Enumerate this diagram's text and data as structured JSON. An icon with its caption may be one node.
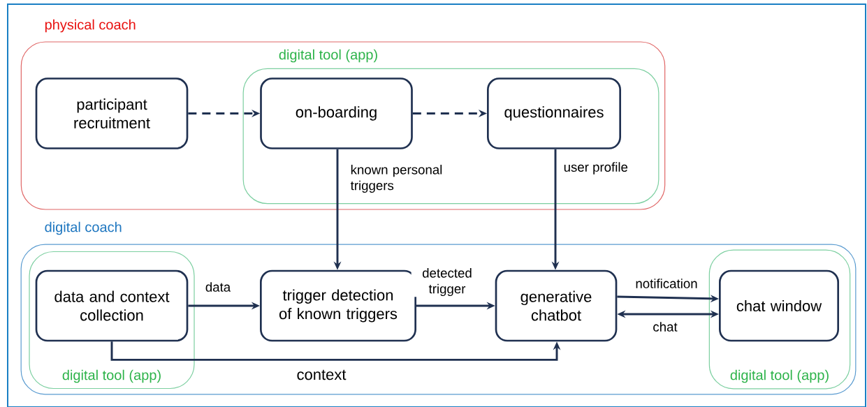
{
  "diagram": {
    "nodes": [
      {
        "text": [
          "physical coach"
        ]
      },
      {
        "text": [
          "digital tool (app)"
        ],
        "in": 0
      },
      {
        "text": [
          "participant recruitment"
        ],
        "in": 0
      },
      {
        "text": [
          "on-boarding"
        ],
        "in": 1
      },
      {
        "text": [
          "questionnaires"
        ],
        "in": 1
      },
      {
        "text": [
          "digital coach"
        ]
      },
      {
        "text": [
          "digital tool (app)"
        ],
        "in": 5
      },
      {
        "text": [
          "data and context collection"
        ],
        "in": 6
      },
      {
        "text": [
          "trigger detection of known triggers"
        ],
        "in": 5
      },
      {
        "text": [
          "generative chatbot"
        ],
        "in": 5
      },
      {
        "text": [
          "digital tool (app)"
        ],
        "in": 5
      },
      {
        "text": [
          "chat window"
        ],
        "in": 10
      }
    ],
    "edges": [
      {
        "from": 2,
        "to": 3,
        "arrow": "to",
        "style": "dashed"
      },
      {
        "from": 3,
        "to": 4,
        "arrow": "to",
        "style": "dashed"
      },
      {
        "from": 3,
        "to": 8,
        "arrow": "to",
        "label": "known personal triggers"
      },
      {
        "from": 4,
        "to": 9,
        "arrow": "to",
        "label": "user profile"
      },
      {
        "from": 7,
        "to": 8,
        "arrow": "to",
        "label": "data"
      },
      {
        "from": 8,
        "to": 9,
        "arrow": "to",
        "label": "detected trigger"
      },
      {
        "from": 9,
        "to": 11,
        "arrow": "to",
        "label": "notification"
      },
      {
        "from": 9,
        "to": 11,
        "arrow": "both",
        "label": "chat"
      },
      {
        "from": 7,
        "to": 9,
        "arrow": "to",
        "label": "context"
      }
    ]
  }
}
